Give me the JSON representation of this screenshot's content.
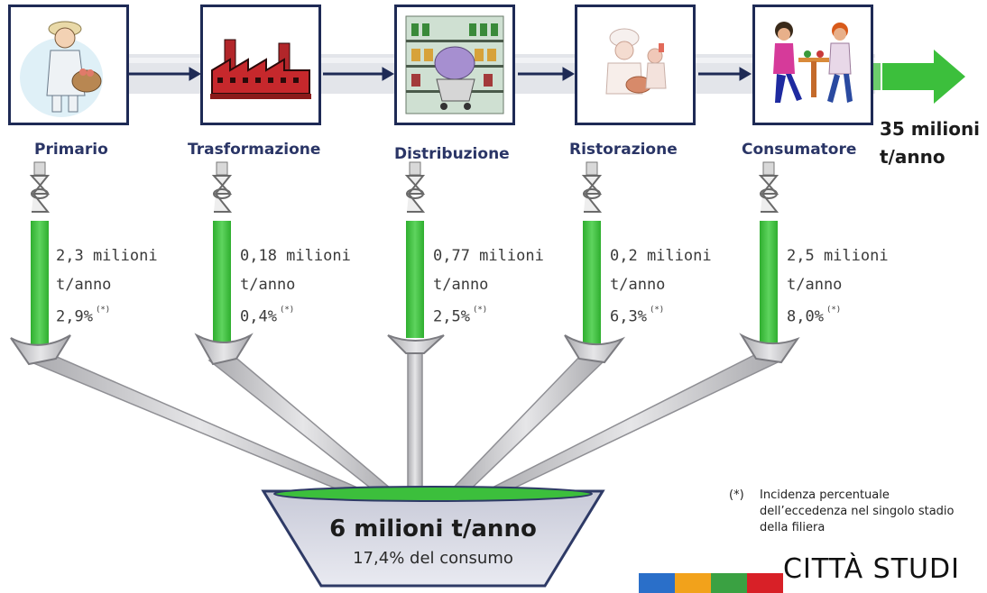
{
  "stages": [
    {
      "label": "Primario",
      "icon": "farmer-icon",
      "loss": "2,3 milioni",
      "unit": "t/anno",
      "pct": "2,9%"
    },
    {
      "label": "Trasformazione",
      "icon": "factory-icon",
      "loss": "0,18 milioni",
      "unit": "t/anno",
      "pct": "0,4%"
    },
    {
      "label": "Distribuzione",
      "icon": "grocery-shelves-icon",
      "loss": "0,77 milioni",
      "unit": "t/anno",
      "pct": "2,5%"
    },
    {
      "label": "Ristorazione",
      "icon": "chef-icon",
      "loss": "0,2 milioni",
      "unit": "t/anno",
      "pct": "6,3%"
    },
    {
      "label": "Consumatore",
      "icon": "diners-icon",
      "loss": "2,5 milioni",
      "unit": "t/anno",
      "pct": "8,0%"
    }
  ],
  "footnote_marker": "(*)",
  "output": {
    "line1": "35 milioni",
    "line2": "t/anno"
  },
  "total": {
    "value": "6 milioni t/anno",
    "share": "17,4% del consumo"
  },
  "footnote": {
    "mark": "(*)",
    "text": "Incidenza percentuale dell’eccedenza nel singolo stadio della filiera"
  },
  "brand": {
    "name": "CITTÀ STUDI",
    "colors": [
      "#2a6fc9",
      "#f2a21b",
      "#3aa142",
      "#d82027"
    ]
  },
  "colors": {
    "flow_green": "#3cbf3c",
    "frame_navy": "#1e2a55",
    "label_navy": "#2a3566",
    "pipe_grey": "#c9c9cc"
  }
}
